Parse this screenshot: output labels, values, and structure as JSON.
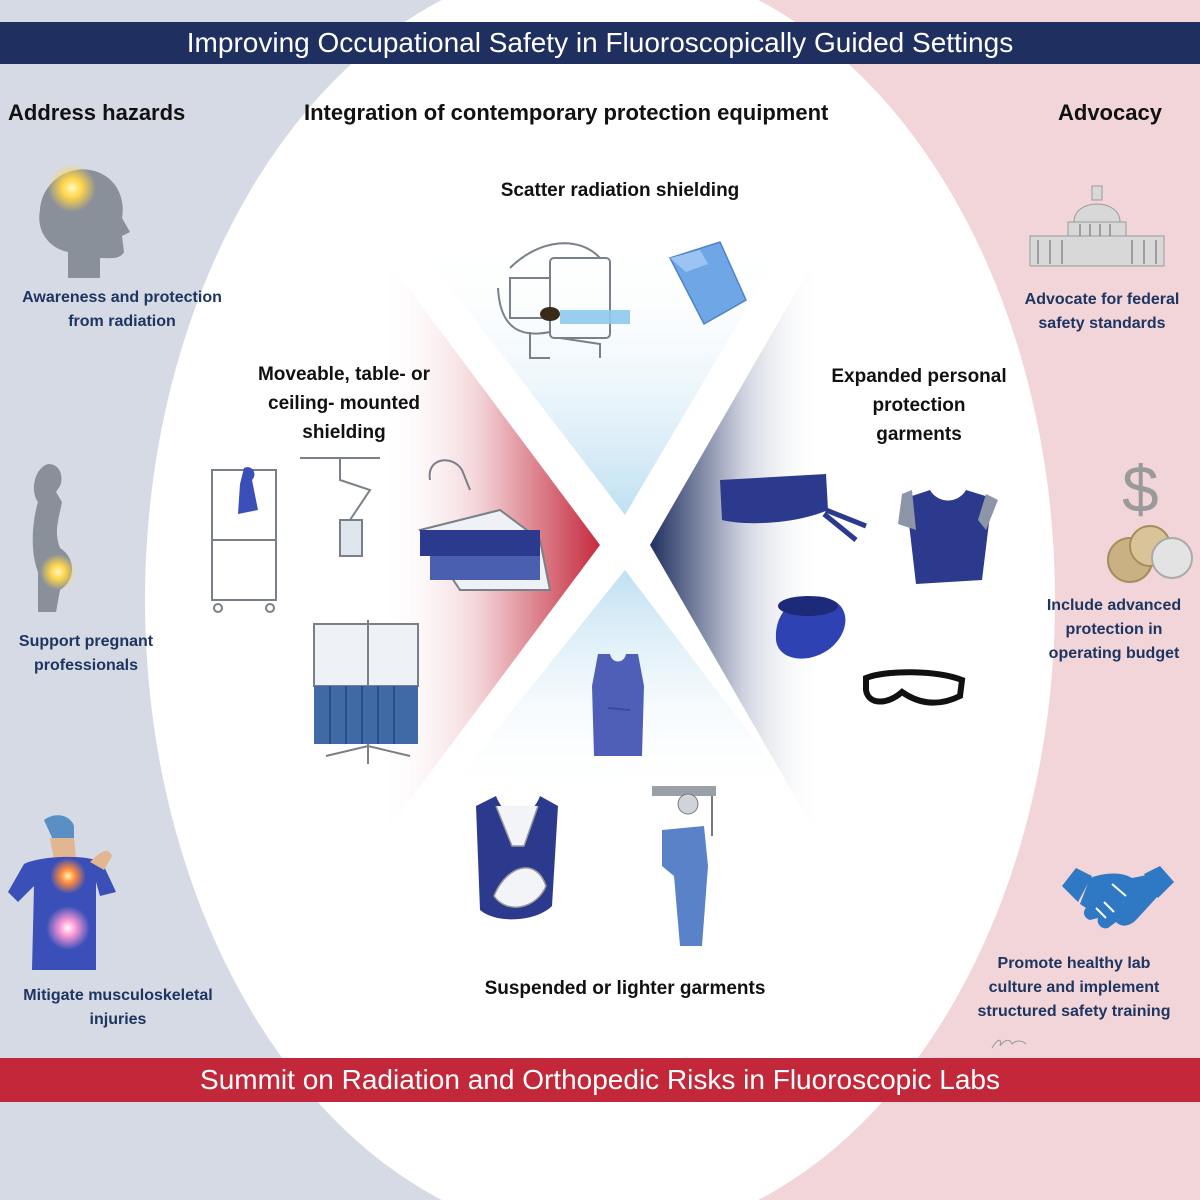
{
  "title": "Improving Occupational Safety in Fluoroscopically  Guided Settings",
  "footer": "Summit on Radiation and Orthopedic Risks in Fluoroscopic Labs",
  "columns": {
    "left_heading": "Address hazards",
    "center_heading": "Integration of contemporary protection equipment",
    "right_heading": "Advocacy"
  },
  "hazards": [
    {
      "icon": "head-radiation-icon",
      "caption_lines": [
        "Awareness and protection",
        "from radiation"
      ]
    },
    {
      "icon": "pregnant-silhouette-icon",
      "caption_lines": [
        "Support pregnant",
        "professionals"
      ]
    },
    {
      "icon": "back-pain-icon",
      "caption_lines": [
        "Mitigate musculoskeletal",
        "injuries"
      ]
    }
  ],
  "equipment": {
    "top": {
      "label": "Scatter radiation shielding",
      "icon": "c-arm-drape-icon"
    },
    "left": {
      "label_lines": [
        "Moveable, table- or",
        "ceiling- mounted",
        "shielding"
      ],
      "icon": "mobile-shield-icon"
    },
    "right": {
      "label_lines": [
        "Expanded personal",
        "protection",
        "garments"
      ],
      "icon": "lead-garments-icon"
    },
    "bottom": {
      "label": "Suspended  or lighter garments",
      "icon": "suspended-apron-icon"
    }
  },
  "advocacy": [
    {
      "icon": "capitol-building-icon",
      "caption_lines": [
        "Advocate for federal",
        "safety standards"
      ]
    },
    {
      "icon": "dollar-coins-icon",
      "caption_lines": [
        "Include advanced",
        "protection in",
        "operating budget"
      ]
    },
    {
      "icon": "handshake-icon",
      "caption_lines": [
        "Promote healthy lab",
        "culture and implement",
        "structured safety training"
      ]
    }
  ],
  "colors": {
    "navy": "#1f2f5f",
    "red": "#c2283a",
    "caption_blue": "#1d3560",
    "garment_blue": "#2b3a8c"
  }
}
